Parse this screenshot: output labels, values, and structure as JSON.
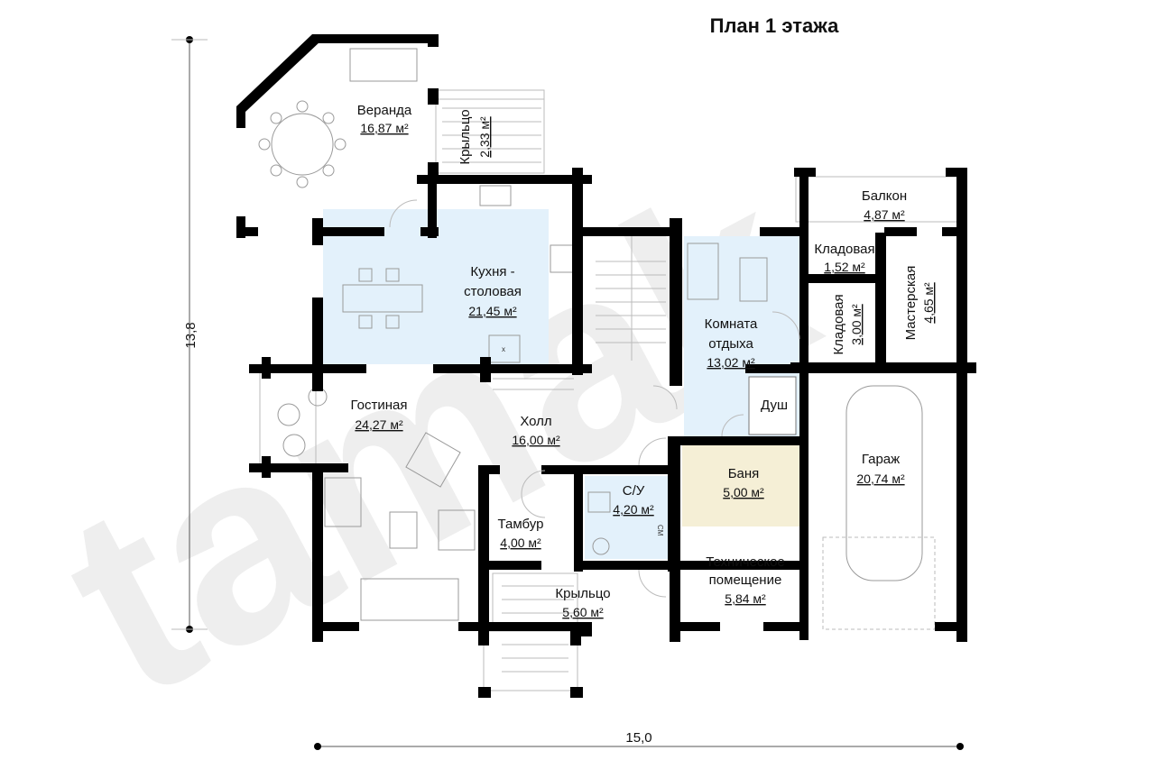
{
  "title": "План 1 этажа",
  "watermark": "tamak",
  "dimensions": {
    "width": "15,0",
    "height": "13,8"
  },
  "colors": {
    "wall": "#000000",
    "kitchen_fill": "#e3f1fb",
    "rest_fill": "#e3f1fb",
    "bath_fill": "#e3f1fb",
    "sauna_fill": "#f5efd6"
  },
  "rooms": {
    "veranda": {
      "name": "Веранда",
      "area": "16,87 м²"
    },
    "porch_top": {
      "name": "Крыльцо",
      "area": "2,33 м²"
    },
    "kitchen": {
      "name1": "Кухня -",
      "name2": "столовая",
      "area": "21,45 м²"
    },
    "balcony": {
      "name": "Балкон",
      "area": "4,87 м²"
    },
    "storage1": {
      "name": "Кладовая",
      "area": "1,52 м²"
    },
    "storage2": {
      "name": "Кладовая",
      "area": "3,00 м²"
    },
    "workshop": {
      "name": "Мастерская",
      "area": "4,65 м²"
    },
    "rest": {
      "name1": "Комната",
      "name2": "отдыха",
      "area": "13,02 м²"
    },
    "shower": {
      "name": "Душ"
    },
    "living": {
      "name": "Гостиная",
      "area": "24,27 м²"
    },
    "hall": {
      "name": "Холл",
      "area": "16,00 м²"
    },
    "bathroom": {
      "name": "С/У",
      "area": "4,20 м²",
      "label": "СМ"
    },
    "sauna": {
      "name": "Баня",
      "area": "5,00 м²"
    },
    "garage": {
      "name": "Гараж",
      "area": "20,74 м²"
    },
    "vestibule": {
      "name": "Тамбур",
      "area": "4,00 м²"
    },
    "tech": {
      "name1": "Техническое",
      "name2": "помещение",
      "area": "5,84 м²"
    },
    "porch_bottom": {
      "name": "Крыльцо",
      "area": "5,60 м²"
    }
  }
}
